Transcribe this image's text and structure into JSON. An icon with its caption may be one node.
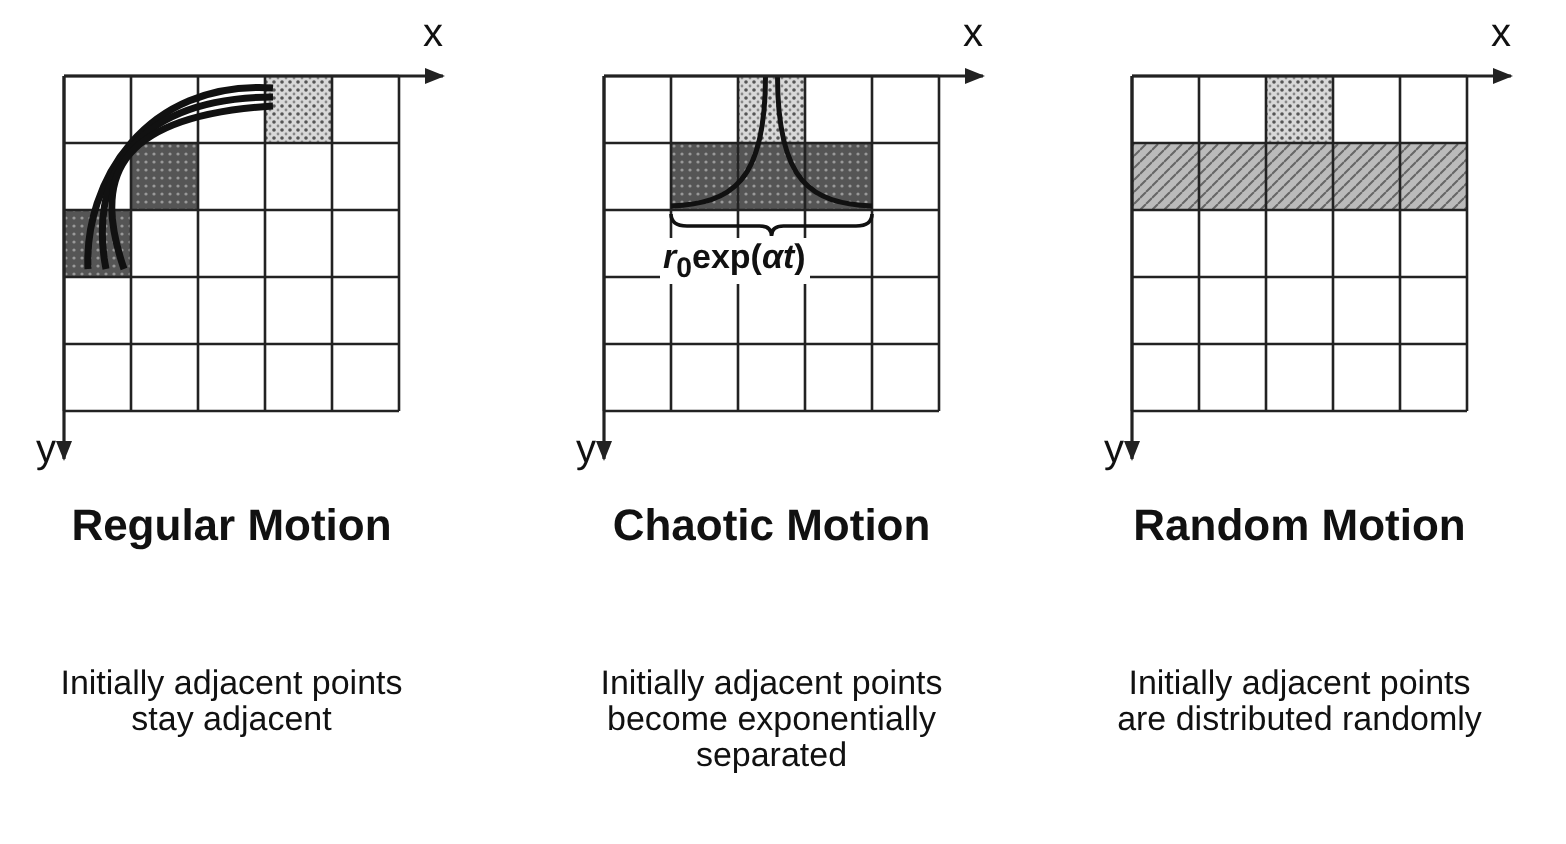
{
  "diagram": {
    "labels": [
      "x",
      "y",
      "Regular Motion",
      "Initially adjacent points stay adjacent",
      "x",
      "y",
      "*r*$_{0}$exp(*αt*)",
      "Chaotic Motion",
      "Initially adjacent points become exponentially separated",
      "x",
      "y",
      "Random Motion",
      "Initially adjacent points are distributed randomly"
    ]
  }
}
